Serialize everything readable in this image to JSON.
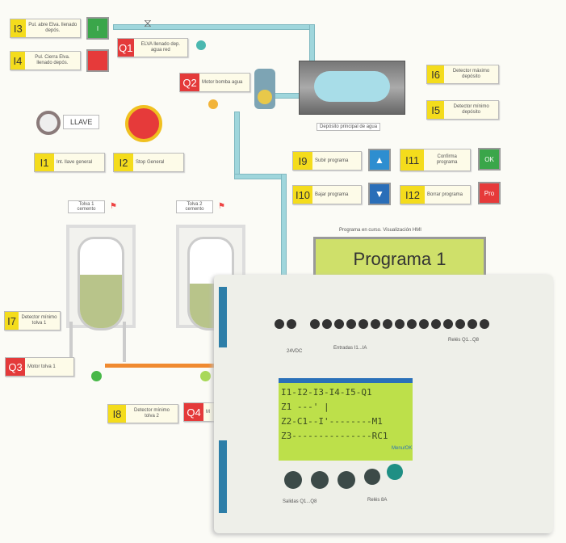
{
  "inputs": {
    "i3": {
      "id": "I3",
      "label": "Pul. abre Elva. llenado depós."
    },
    "i4": {
      "id": "I4",
      "label": "Pul. Cierra Elva. llenado depós."
    },
    "i1": {
      "id": "I1",
      "label": "Int. llave general"
    },
    "i2": {
      "id": "I2",
      "label": "Stop General"
    },
    "i6": {
      "id": "I6",
      "label": "Detector máximo depósito"
    },
    "i5": {
      "id": "I5",
      "label": "Detector mínimo depósito"
    },
    "i9": {
      "id": "I9",
      "label": "Subir programa"
    },
    "i10": {
      "id": "I10",
      "label": "Bajar programa"
    },
    "i11": {
      "id": "I11",
      "label": "Confirma programa"
    },
    "i12": {
      "id": "I12",
      "label": "Borrar programa"
    },
    "i7": {
      "id": "I7",
      "label": "Detector mínimo tolva 1"
    },
    "i8": {
      "id": "I8",
      "label": "Detector mínimo tolva 2"
    }
  },
  "outputs": {
    "q1": {
      "id": "Q1",
      "label": "ELVA llenado dep. agua red"
    },
    "q2": {
      "id": "Q2",
      "label": "Motor bomba agua"
    },
    "q3": {
      "id": "Q3",
      "label": "Motor tolva 1"
    },
    "q4": {
      "id": "Q4",
      "label": "M"
    }
  },
  "key_label": "LLAVE",
  "tank_label": "Depósito principal de agua",
  "ok_label": "OK",
  "stop_label": "Pro",
  "hmi": {
    "caption": "Programa en curso. Visualización HMI",
    "value": "Programa 1"
  },
  "silos": [
    {
      "label": "Tolva 1 cemento",
      "fill": 0.6
    },
    {
      "label": "Tolva 2 cemento",
      "fill": 0.5
    }
  ],
  "plc": {
    "power": "24VDC",
    "inputs": "Entradas I1...IA",
    "relay": "Relés Q1...Q8",
    "lcd": [
      "I1-I2-I3-I4-I5-Q1",
      "Z1 ---'   |",
      "Z2-C1--I'--------M1",
      "Z3---------------RC1"
    ],
    "menu": "Menu/OK",
    "outputs": "Salidas Q1...Q8",
    "relay_rating": "Relés 8A"
  }
}
